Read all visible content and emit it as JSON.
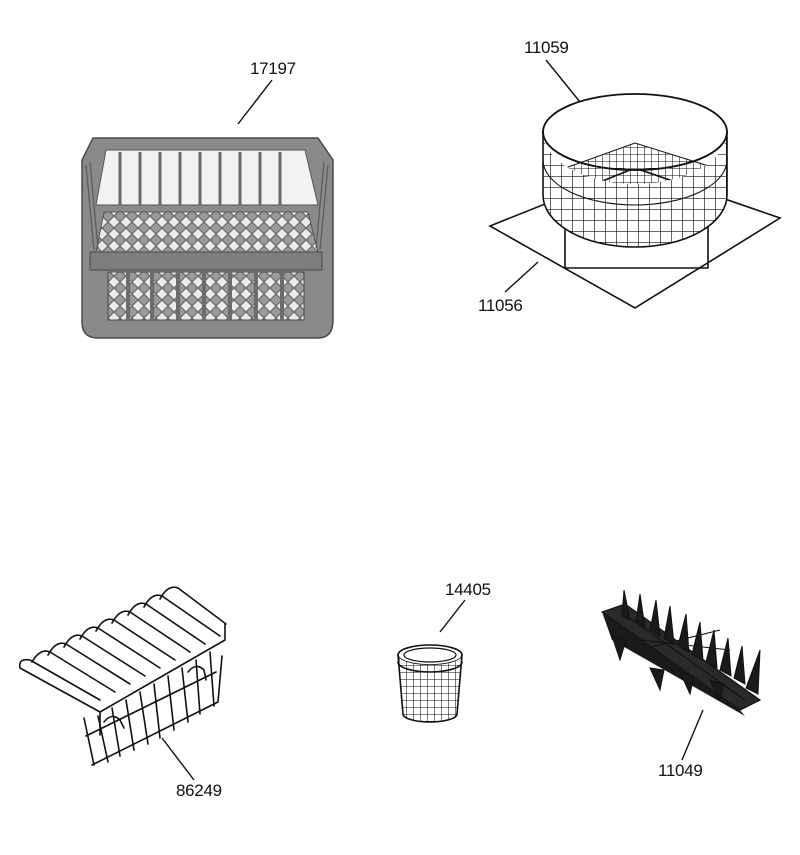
{
  "parts": [
    {
      "id": "rack-square-plastic",
      "code": "17197"
    },
    {
      "id": "basket-round-wire",
      "code": "11059"
    },
    {
      "id": "base-plate-square",
      "code": "11056"
    },
    {
      "id": "hood-wire-comb",
      "code": "86249"
    },
    {
      "id": "cutlery-cup-wire",
      "code": "14405"
    },
    {
      "id": "plate-rack-insert",
      "code": "11049"
    }
  ]
}
